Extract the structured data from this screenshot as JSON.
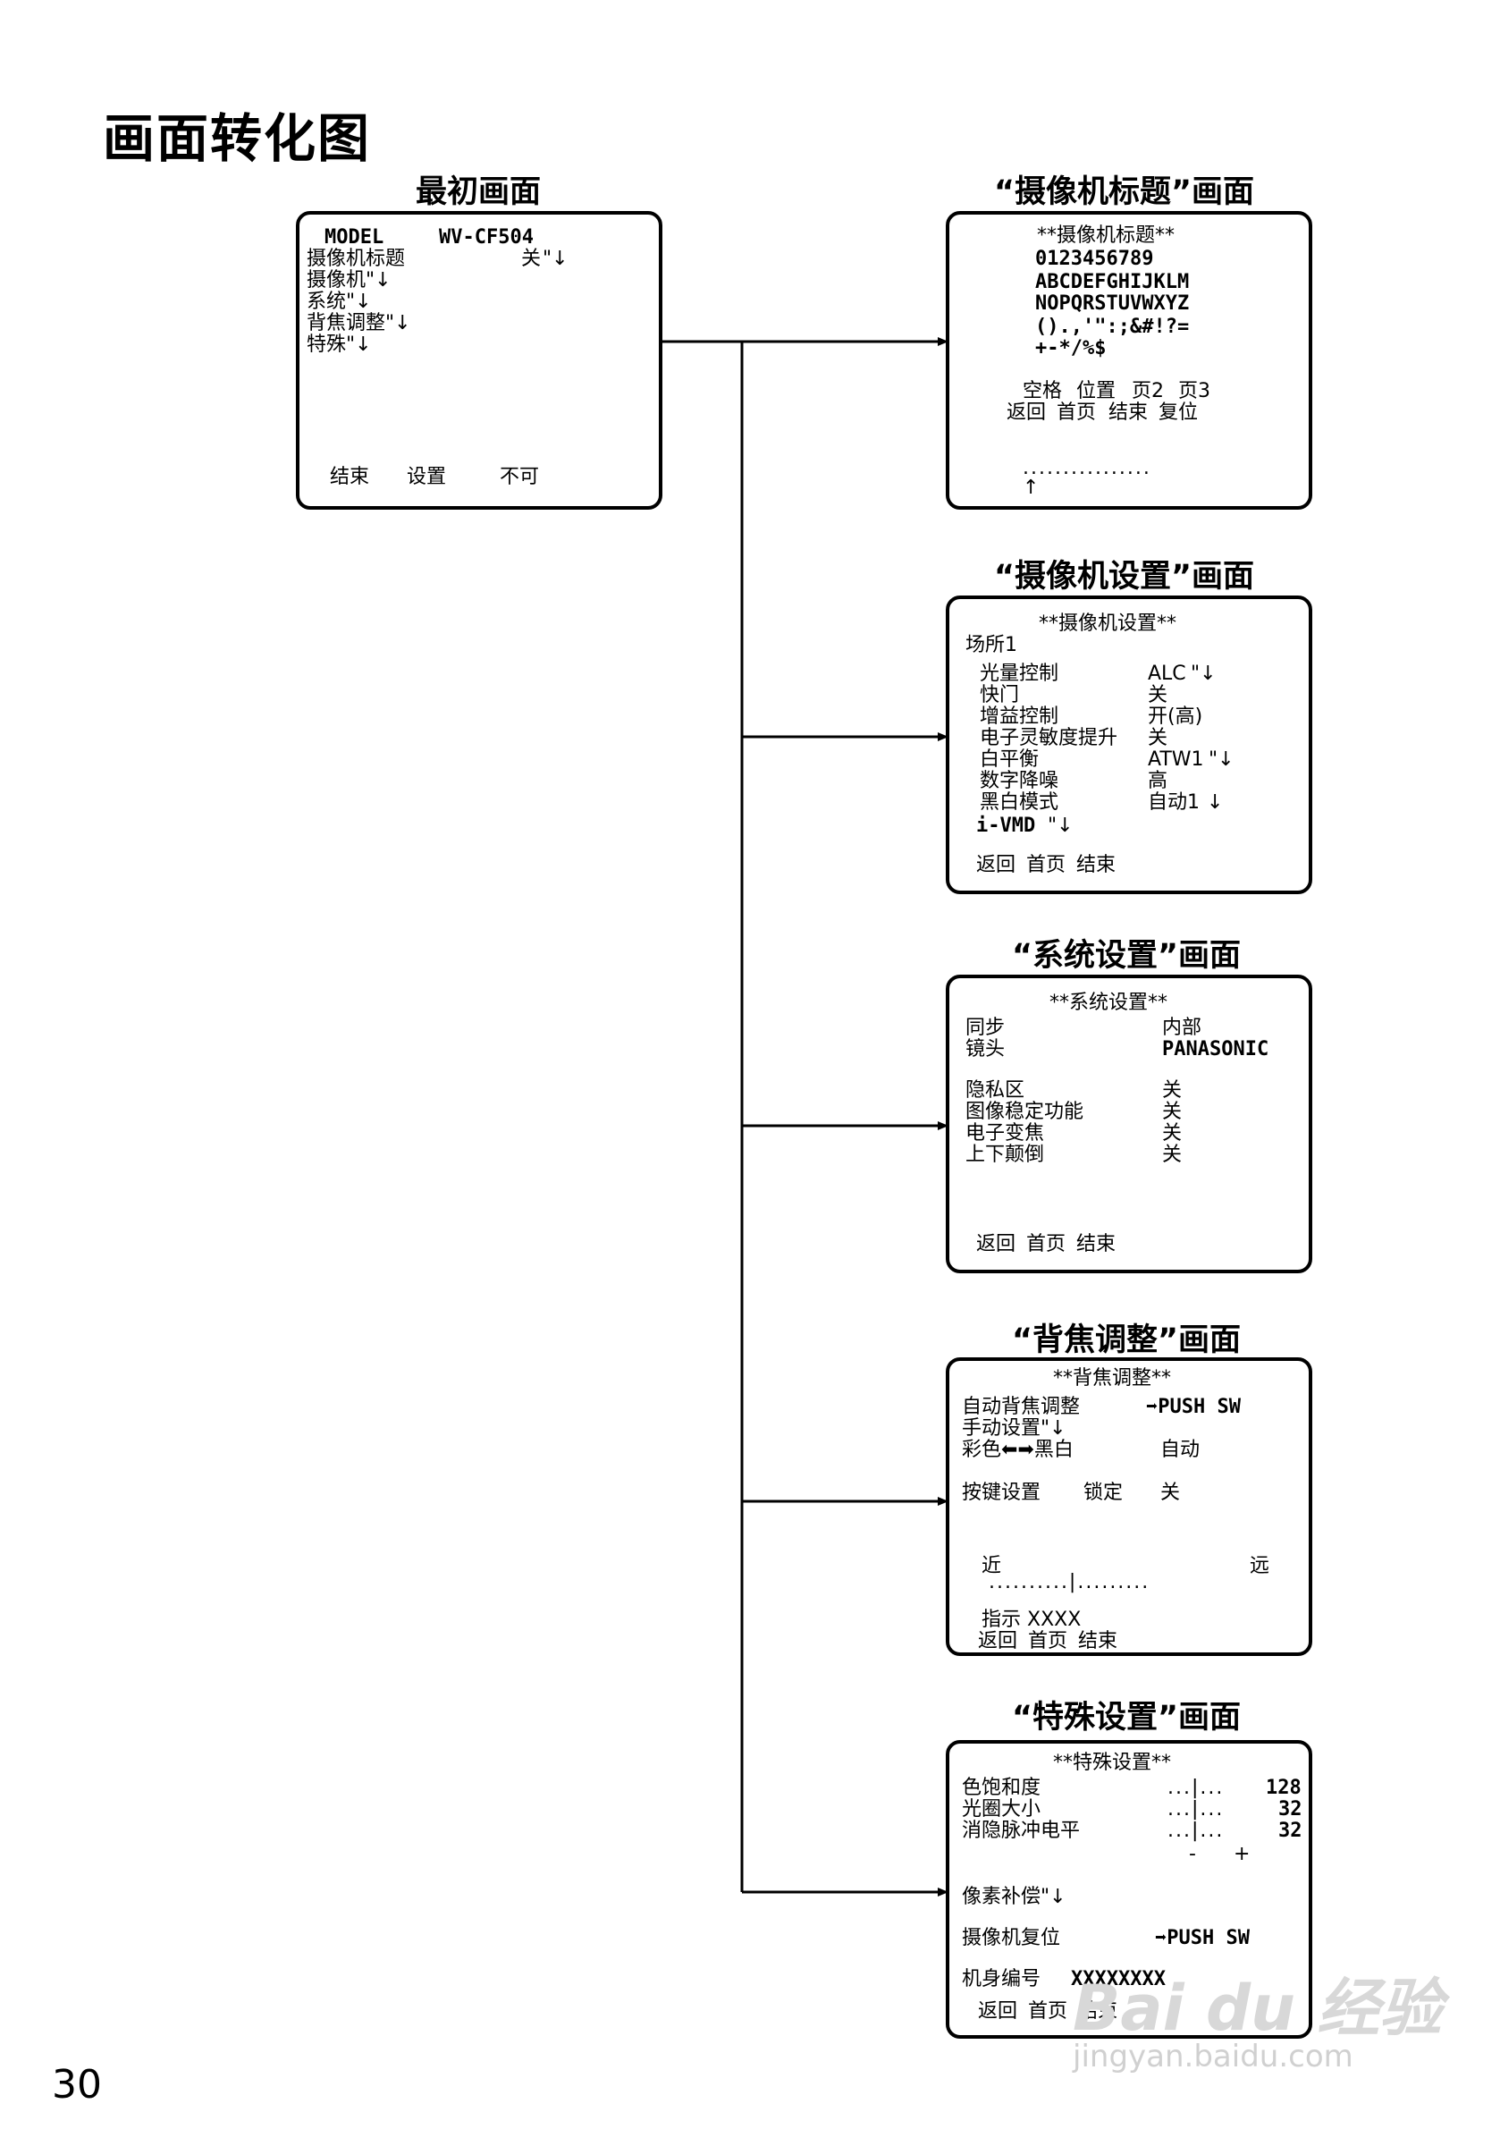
{
  "title": "画面转化图",
  "page_number": "30",
  "watermark": {
    "logo": "Bai du 经验",
    "url": "jingyan.baidu.com"
  },
  "screens": {
    "initial": {
      "heading": "最初画面",
      "model_label": "MODEL",
      "model_value": "WV-CF504",
      "camera_title": "摄像机标题",
      "camera_title_value": "关",
      "camera": "摄像机",
      "system": "系统",
      "back_focus": "背焦调整",
      "special": "特殊",
      "end": "结束",
      "set": "设置",
      "disable": "不可"
    },
    "camera_title": {
      "heading": "“摄像机标题”画面",
      "header": "**摄像机标题**",
      "digits": "0123456789",
      "letters1": "ABCDEFGHIJKLM",
      "letters2": "NOPQRSTUVWXYZ",
      "symbols1": "().,'\":;&#!?=",
      "symbols2": "+-*/%$",
      "space": "空格",
      "position": "位置",
      "page2": "页2",
      "page3": "页3",
      "back": "返回",
      "home": "首页",
      "end": "结束",
      "reset": "复位",
      "input_dots": "................",
      "cursor": "↑"
    },
    "camera_setup": {
      "heading": "“摄像机设置”画面",
      "header": "**摄像机设置**",
      "scene": "场所1",
      "rows": [
        {
          "label": "光量控制",
          "value": "ALC"
        },
        {
          "label": "快门",
          "value": "关"
        },
        {
          "label": "增益控制",
          "value": "开(高)"
        },
        {
          "label": "电子灵敏度提升",
          "value": "关"
        },
        {
          "label": "白平衡",
          "value": "ATW1"
        },
        {
          "label": "数字降噪",
          "value": "高"
        },
        {
          "label": "黑白模式",
          "value": "自动1"
        }
      ],
      "vmd": "i-VMD",
      "back": "返回",
      "home": "首页",
      "end": "结束"
    },
    "system_setup": {
      "heading": "“系统设置”画面",
      "header": "**系统设置**",
      "sync": "同步",
      "sync_value": "内部",
      "lens": "镜头",
      "lens_value": "PANASONIC",
      "rows": [
        {
          "label": "隐私区",
          "value": "关"
        },
        {
          "label": "图像稳定功能",
          "value": "关"
        },
        {
          "label": "电子变焦",
          "value": "关"
        },
        {
          "label": "上下颠倒",
          "value": "关"
        }
      ],
      "back": "返回",
      "home": "首页",
      "end": "结束"
    },
    "back_focus": {
      "heading": "“背焦调整”画面",
      "header": "**背焦调整**",
      "auto": "自动背焦调整",
      "auto_value": "➡PUSH SW",
      "manual": "手动设置",
      "color_bw": "彩色⬅➡黑白",
      "color_bw_value": "自动",
      "key_setup": "按键设置",
      "lock": "锁定",
      "lock_value": "关",
      "near": "近",
      "far": "远",
      "indicator": "..........|.........",
      "display": "指示 XXXX",
      "back": "返回",
      "home": "首页",
      "end": "结束"
    },
    "special_setup": {
      "heading": "“特殊设置”画面",
      "header": "**特殊设置**",
      "rows": [
        {
          "label": "色饱和度",
          "bar": "...|...",
          "value": "128"
        },
        {
          "label": "光圈大小",
          "bar": "...|...",
          "value": "32"
        },
        {
          "label": "消隐脉冲电平",
          "bar": "...|...",
          "value": "32"
        }
      ],
      "minus": "-",
      "plus": "+",
      "pixel_comp": "像素补偿",
      "camera_reset": "摄像机复位",
      "camera_reset_value": "➡PUSH SW",
      "serial": "机身编号",
      "serial_value": "XXXXXXXX",
      "back": "返回",
      "home": "首页",
      "end": "结束"
    }
  }
}
